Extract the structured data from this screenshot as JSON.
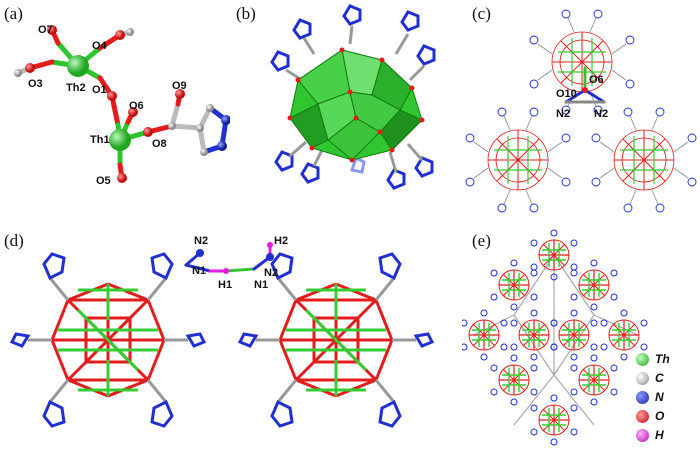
{
  "panels": {
    "a": {
      "label": "(a)",
      "atoms": [
        "O7",
        "O4",
        "O3",
        "Th2",
        "O1",
        "O6",
        "O9",
        "Th1",
        "O8",
        "O5"
      ]
    },
    "b": {
      "label": "(b)"
    },
    "c": {
      "label": "(c)",
      "atoms": [
        "O6",
        "O10",
        "N2",
        "N2"
      ]
    },
    "d": {
      "label": "(d)",
      "atoms": [
        "N2",
        "H2",
        "N1",
        "H1",
        "N1",
        "N2"
      ]
    },
    "e": {
      "label": "(e)"
    }
  },
  "legend": [
    {
      "symbol": "Th",
      "color": "#33cc33"
    },
    {
      "symbol": "C",
      "color": "#c8c8c8"
    },
    {
      "symbol": "N",
      "color": "#1a1aa8"
    },
    {
      "symbol": "O",
      "color": "#e31b1b"
    },
    {
      "symbol": "H",
      "color": "#e01fe0"
    }
  ],
  "colors": {
    "thorium": "#33cc33",
    "carbon": "#b5b5b5",
    "nitrogen": "#1f2fd0",
    "oxygen": "#e31b1b",
    "hydrogen": "#e01fe0"
  }
}
